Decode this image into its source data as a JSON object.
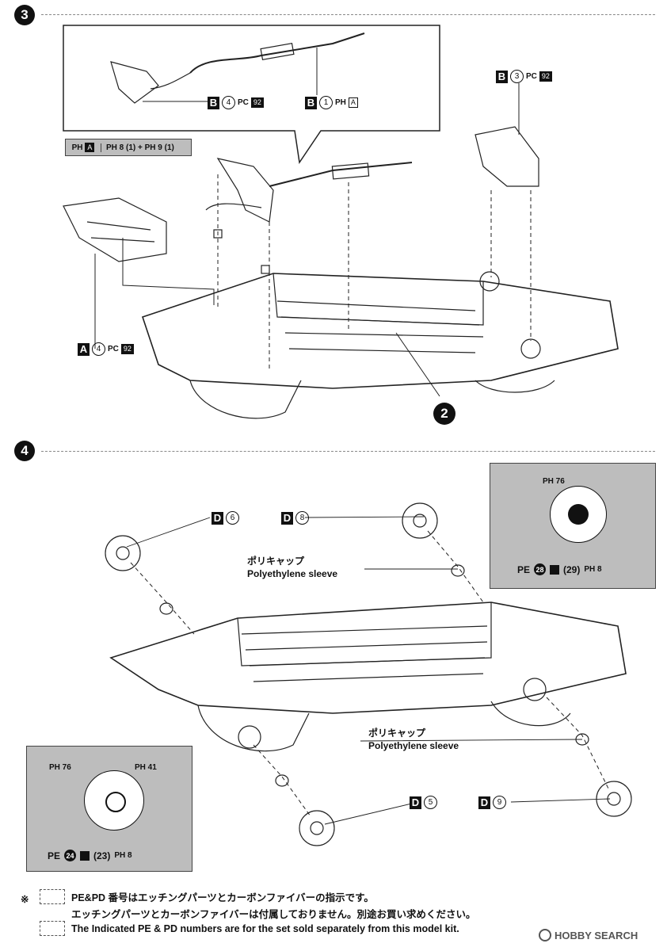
{
  "steps": [
    {
      "number": "3"
    },
    {
      "number": "4"
    }
  ],
  "step3": {
    "tag_b4": {
      "letter": "B",
      "num": "4",
      "ph": "PC",
      "code": "92"
    },
    "tag_b1": {
      "letter": "B",
      "num": "1",
      "ph": "PH",
      "code": "A"
    },
    "tag_b3": {
      "letter": "B",
      "num": "3",
      "ph": "PC",
      "code": "92"
    },
    "tag_a4": {
      "letter": "A",
      "num": "4",
      "ph": "PC",
      "code": "92"
    },
    "panel": {
      "left_ph": "PH",
      "left_code": "A",
      "right_text": "PH 8 (1) + PH 9 (1)"
    },
    "ref_step": "2"
  },
  "step4": {
    "tag_d6": {
      "letter": "D",
      "num": "6"
    },
    "tag_d8": {
      "letter": "D",
      "num": "8"
    },
    "tag_d5": {
      "letter": "D",
      "num": "5"
    },
    "tag_d9": {
      "letter": "D",
      "num": "9"
    },
    "polycap_upper": {
      "jp": "ポリキャップ",
      "en": "Polyethylene sleeve"
    },
    "polycap_lower": {
      "jp": "ポリキャップ",
      "en": "Polyethylene sleeve"
    },
    "detail_right": {
      "ph_top": "PH 76",
      "pe": "PE",
      "pe_num": "28",
      "cap_num": "(29)",
      "ph_bottom": "PH 8"
    },
    "detail_left": {
      "ph_left": "PH 76",
      "ph_right": "PH 41",
      "pe": "PE",
      "pe_num": "24",
      "cap_num": "(23)",
      "ph_bottom": "PH 8"
    }
  },
  "footer": {
    "mark": "※",
    "line1": "PE&PD 番号はエッチングパーツとカーボンファイバーの指示です。",
    "line2": "エッチングパーツとカーボンファイバーは付属しておりません。別途お買い求めください。",
    "line3": "The Indicated PE & PD numbers are for the set sold separately from this model kit."
  },
  "watermark": "HOBBY SEARCH",
  "colors": {
    "panel_gray": "#bdbdbd",
    "ink": "#111111"
  }
}
